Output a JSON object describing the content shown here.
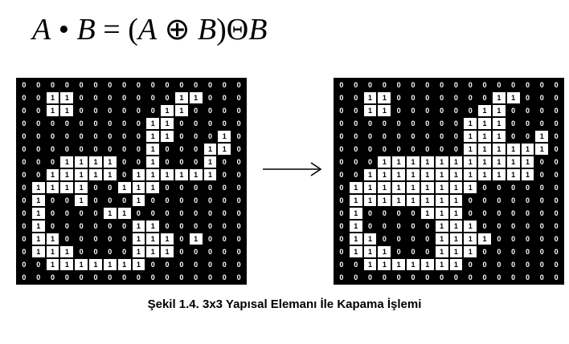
{
  "formula": {
    "A": "A",
    "dot": "•",
    "B": "B",
    "equals": "=",
    "open": "(",
    "A2": "A",
    "oplus": "⊕",
    "B2": "B",
    "close": ")",
    "theta": "Θ",
    "B3": "B"
  },
  "caption": "Şekil 1.4. 3x3 Yapısal Elemanı İle Kapama İşlemi",
  "left_grid": [
    "0000000000000000",
    "0011000000011000",
    "0011000000110000",
    "0000000001100000",
    "0000000001100010",
    "0000000001000110",
    "0001111001000100",
    "0011111011111100",
    "0111100111000000",
    "0100100010000000",
    "0100001100000000",
    "0100000011000000",
    "0110000011101000",
    "0111000011100000",
    "0011111110000000",
    "0000000000000000"
  ],
  "right_grid": [
    "0000000000000000",
    "0011000000011000",
    "0011000000110000",
    "0000000001110000",
    "0000000001110010",
    "0000000001111110",
    "0001111111111100",
    "0011111111111100",
    "0111111111000000",
    "0111111110000000",
    "0100001110000000",
    "0100000111000000",
    "0110000111100000",
    "0111000111000000",
    "0011111110000000",
    "0000000000000000"
  ],
  "colors": {
    "on_cell": "#ffffff",
    "off_cell": "#000000",
    "text": "#000000"
  }
}
